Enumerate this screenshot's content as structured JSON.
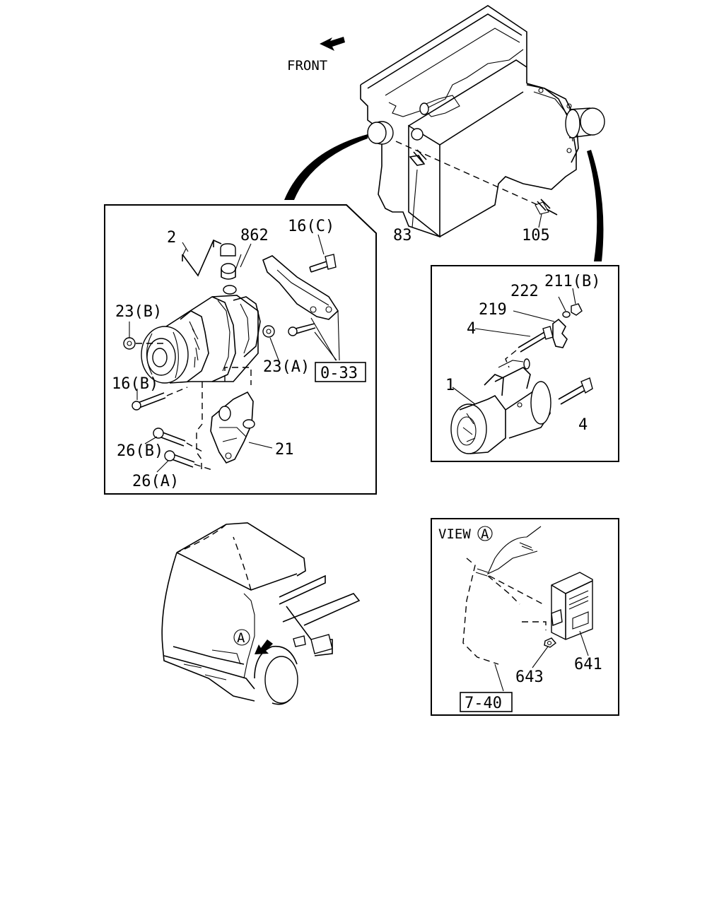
{
  "front_label": "FRONT",
  "engine_callouts": {
    "p83": "83",
    "p105": "105"
  },
  "alternator_panel": {
    "p2": "2",
    "p862": "862",
    "p16c": "16(C)",
    "p23b": "23(B)",
    "p23a": "23(A)",
    "p16b": "16(B)",
    "p26b": "26(B)",
    "p26a": "26(A)",
    "p21": "21",
    "ref": "0-33"
  },
  "starter_panel": {
    "p211b": "211(B)",
    "p222": "222",
    "p219": "219",
    "p4_top": "4",
    "p1": "1",
    "p4_bottom": "4"
  },
  "view_panel": {
    "view_label": "VIEW",
    "view_marker": "A",
    "p641": "641",
    "p643": "643",
    "ref": "7-40"
  },
  "truck": {
    "marker": "A"
  },
  "icons": [
    "front-arrow-icon",
    "view-arrow-icon"
  ]
}
